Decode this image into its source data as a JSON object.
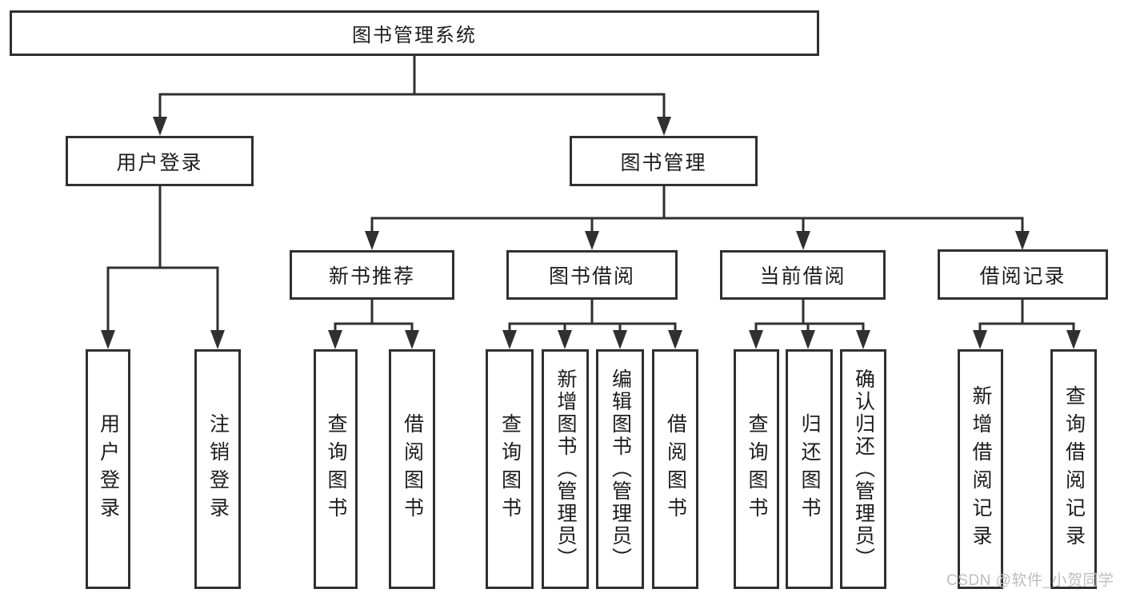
{
  "diagram": {
    "watermark": "CSDN @软件_小贺同学",
    "colors": {
      "line": "#303030",
      "text": "#1c1c1c",
      "watermark": "#bdbdbd",
      "background": "#ffffff"
    },
    "tree": {
      "root": {
        "label": "图书管理系统"
      },
      "branches": [
        {
          "label": "用户登录",
          "children": [
            {
              "label": "用户登录"
            },
            {
              "label": "注销登录"
            }
          ]
        },
        {
          "label": "图书管理",
          "children": [
            {
              "label": "新书推荐",
              "children": [
                {
                  "label": "查询图书"
                },
                {
                  "label": "借阅图书"
                }
              ]
            },
            {
              "label": "图书借阅",
              "children": [
                {
                  "label": "查询图书"
                },
                {
                  "label": "新增图书（管理员）"
                },
                {
                  "label": "编辑图书（管理员）"
                },
                {
                  "label": "借阅图书"
                }
              ]
            },
            {
              "label": "当前借阅",
              "children": [
                {
                  "label": "查询图书"
                },
                {
                  "label": "归还图书"
                },
                {
                  "label": "确认归还（管理员）"
                }
              ]
            },
            {
              "label": "借阅记录",
              "children": [
                {
                  "label": "新增借阅记录"
                },
                {
                  "label": "查询借阅记录"
                }
              ]
            }
          ]
        }
      ]
    }
  }
}
